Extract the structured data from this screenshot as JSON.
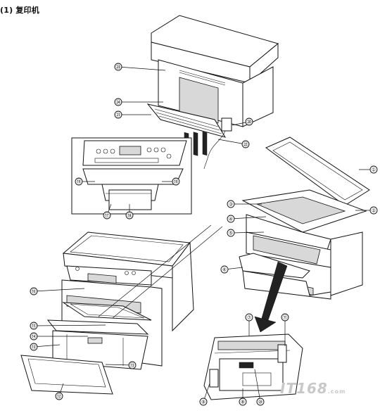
{
  "title": "(1) 复印机",
  "callouts": [
    {
      "label": "①"
    },
    {
      "label": "②"
    },
    {
      "label": "③"
    },
    {
      "label": "④"
    },
    {
      "label": "⑤"
    },
    {
      "label": "⑥"
    },
    {
      "label": "⑦"
    },
    {
      "label": "⑧"
    },
    {
      "label": "⑨"
    },
    {
      "label": "⑩"
    },
    {
      "label": "⑪"
    },
    {
      "label": "⑫"
    },
    {
      "label": "⑬"
    },
    {
      "label": "⑬"
    },
    {
      "label": "⑭"
    },
    {
      "label": "⑮"
    },
    {
      "label": "⑯"
    },
    {
      "label": "⑰"
    },
    {
      "label": "⑱"
    },
    {
      "label": "⑲"
    },
    {
      "label": "⑲"
    },
    {
      "label": "⑳"
    },
    {
      "label": "㉑"
    },
    {
      "label": "㉒"
    },
    {
      "label": "㉓"
    },
    {
      "label": "㉔"
    }
  ],
  "watermark": {
    "main": "IT168",
    "suffix": ".com"
  }
}
